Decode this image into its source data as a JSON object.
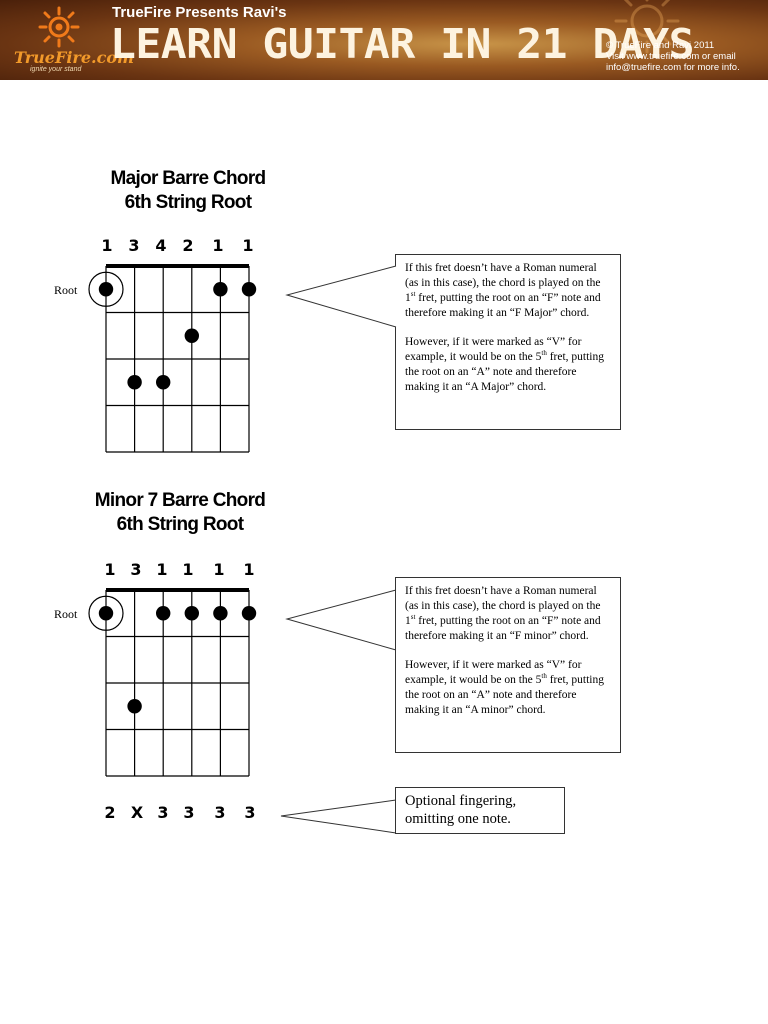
{
  "banner": {
    "logo": "TrueFire.com",
    "tagline": "ignite your stand",
    "presents": "TrueFire Presents Ravi's",
    "title": "LEARN GUITAR IN 21 DAYS",
    "copyright_1": "© TrueFire and Ravi 2011",
    "copyright_2": "Visit www.truefire.com or email",
    "copyright_3": "info@truefire.com for more info."
  },
  "chords": [
    {
      "title_1": "Major Barre Chord",
      "title_2": "6th String Root",
      "fingering": [
        "1",
        "3",
        "4",
        "2",
        "1",
        "1"
      ],
      "root_label": "Root",
      "dots": [
        {
          "string": 1,
          "fret": 1,
          "root": true
        },
        {
          "string": 5,
          "fret": 1
        },
        {
          "string": 6,
          "fret": 1
        },
        {
          "string": 4,
          "fret": 2
        },
        {
          "string": 2,
          "fret": 3
        },
        {
          "string": 3,
          "fret": 3
        }
      ],
      "callout": {
        "p1_a": "If this fret doesn’t have a Roman numeral (as in this case), the chord is played on the 1",
        "p1_sup": "st",
        "p1_b": " fret, putting the root on an “F” note and therefore making it an “F Major” chord.",
        "p2_a": "However, if it were marked as “V” for example, it would be on the 5",
        "p2_sup": "th",
        "p2_b": " fret, putting the root on an “A” note and therefore making it an “A Major” chord."
      }
    },
    {
      "title_1": "Minor 7 Barre Chord",
      "title_2": "6th String Root",
      "fingering": [
        "1",
        "3",
        "1",
        "1",
        "1",
        "1"
      ],
      "root_label": "Root",
      "dots": [
        {
          "string": 1,
          "fret": 1,
          "root": true
        },
        {
          "string": 3,
          "fret": 1
        },
        {
          "string": 4,
          "fret": 1
        },
        {
          "string": 5,
          "fret": 1
        },
        {
          "string": 6,
          "fret": 1
        },
        {
          "string": 2,
          "fret": 3
        }
      ],
      "callout": {
        "p1_a": "If this fret doesn’t have a Roman numeral (as in this case), the chord is played on the 1",
        "p1_sup": "st",
        "p1_b": " fret, putting the root on an “F” note and therefore making it an “F minor” chord.",
        "p2_a": "However, if it were marked as “V” for example, it would be on the 5",
        "p2_sup": "th",
        "p2_b": " fret, putting the root on an “A” note and therefore making it an “A minor” chord."
      },
      "alt_fingering": [
        "2",
        "X",
        "3",
        "3",
        "3",
        "3"
      ],
      "alt_note": "Optional fingering, omitting one note."
    }
  ]
}
